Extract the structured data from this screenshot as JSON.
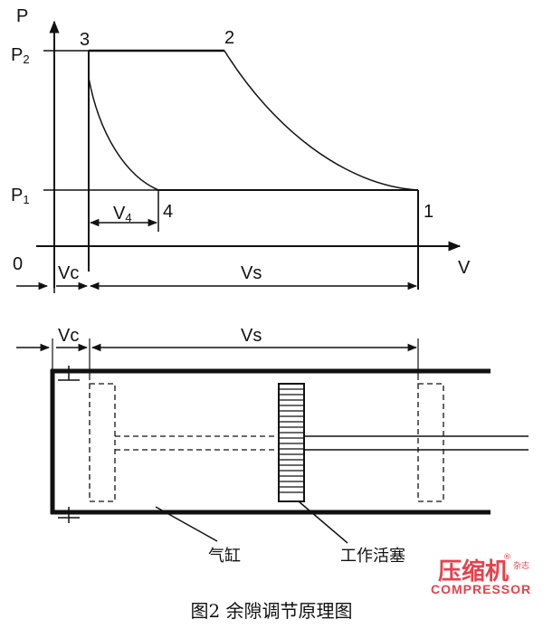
{
  "pv_diagram": {
    "axis_p": "P",
    "axis_v": "V",
    "origin": "0",
    "p2_main": "P",
    "p2_sub": "2",
    "p1_main": "P",
    "p1_sub": "1",
    "point_1": "1",
    "point_2": "2",
    "point_3": "3",
    "point_4": "4",
    "v4_main": "V",
    "v4_sub": "4",
    "vc": "Vc",
    "vs": "Vs"
  },
  "cylinder": {
    "vc": "Vc",
    "vs": "Vs",
    "cylinder_label": "气缸",
    "piston_label": "工作活塞"
  },
  "caption": "图2 余隙调节原理图",
  "watermark": {
    "brand_cn": "压缩机",
    "brand_small": "杂志",
    "brand_en": "COMPRESSOR",
    "registered": "®"
  },
  "colors": {
    "ink": "#111111",
    "watermark": "#e8414b"
  }
}
